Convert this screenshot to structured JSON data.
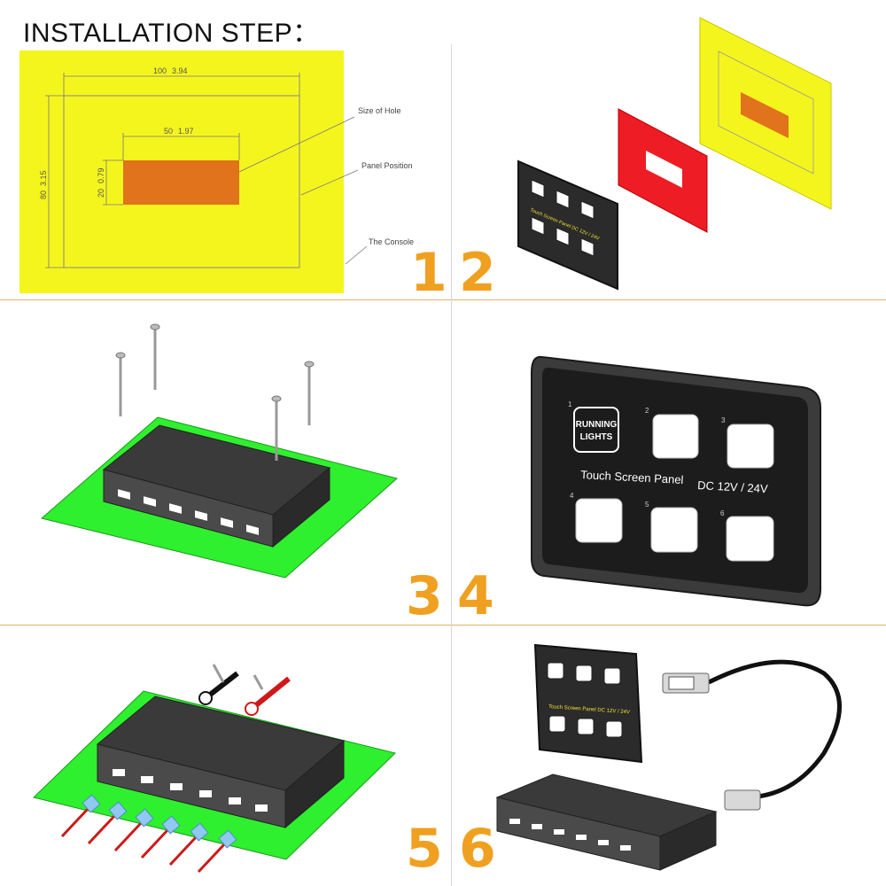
{
  "title": "INSTALLATION STEP：",
  "step_numbers": [
    "1",
    "2",
    "3",
    "4",
    "5",
    "6"
  ],
  "step1": {
    "dim_width": "100",
    "dim_width_in": "3.94",
    "dim_hole_width": "50",
    "dim_hole_width_in": "1.97",
    "dim_hole_height": "20",
    "dim_hole_height_in": "0.79",
    "dim_height": "80",
    "dim_height_in": "3.15",
    "label_hole": "Size of Hole",
    "label_panel": "Panel Position",
    "label_console": "The Console"
  },
  "panel": {
    "caption": "Touch Screen Panel",
    "voltage": "DC 12V / 24V",
    "button1_line1": "RUNNING",
    "button1_line2": "LIGHTS",
    "button_numbers": [
      "1",
      "2",
      "3",
      "4",
      "5",
      "6"
    ]
  },
  "small_panel_caption": "Touch Screen Panel  DC 12V / 24V",
  "colors": {
    "yellow": "#f5f51e",
    "orange": "#e0731c",
    "red": "#ee1c24",
    "green": "#2ef02e",
    "step_number": "#f0a020",
    "panel_dark": "#2b2b2b"
  }
}
